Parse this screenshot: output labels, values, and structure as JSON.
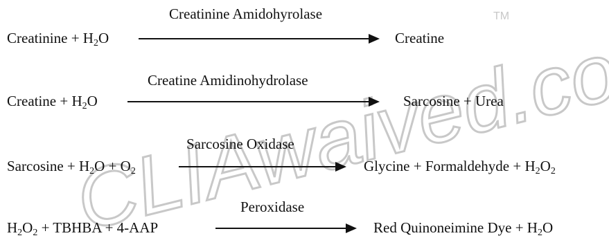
{
  "watermark": {
    "text": "CLIAwaived.com",
    "mark": "TM",
    "color": "#c8c8c8"
  },
  "reactions": [
    {
      "enzyme": "Creatinine Amidohyrolase",
      "reactants": {
        "pre": "Creatinine + H",
        "sub1": "2",
        "post": "O"
      },
      "products": "Creatine"
    },
    {
      "enzyme": "Creatine Amidinohydrolase",
      "reactants": {
        "pre": "Creatine + H",
        "sub1": "2",
        "post": "O"
      },
      "products": "Sarcosine + Urea"
    },
    {
      "enzyme": "Sarcosine Oxidase",
      "reactants": {
        "pre": "Sarcosine + H",
        "sub1": "2",
        "mid": "O + O",
        "sub2": "2"
      },
      "products": {
        "pre": "Glycine + Formaldehyde + H",
        "sub1": "2",
        "mid": "O",
        "sub2": "2"
      }
    },
    {
      "enzyme": "Peroxidase",
      "reactants": {
        "pre": "H",
        "sub1": "2",
        "mid": "O",
        "sub2": "2",
        "post": " + TBHBA + 4-AAP"
      },
      "products": {
        "pre": "Red Quinoneimine Dye + H",
        "sub1": "2",
        "post": "O"
      }
    }
  ]
}
